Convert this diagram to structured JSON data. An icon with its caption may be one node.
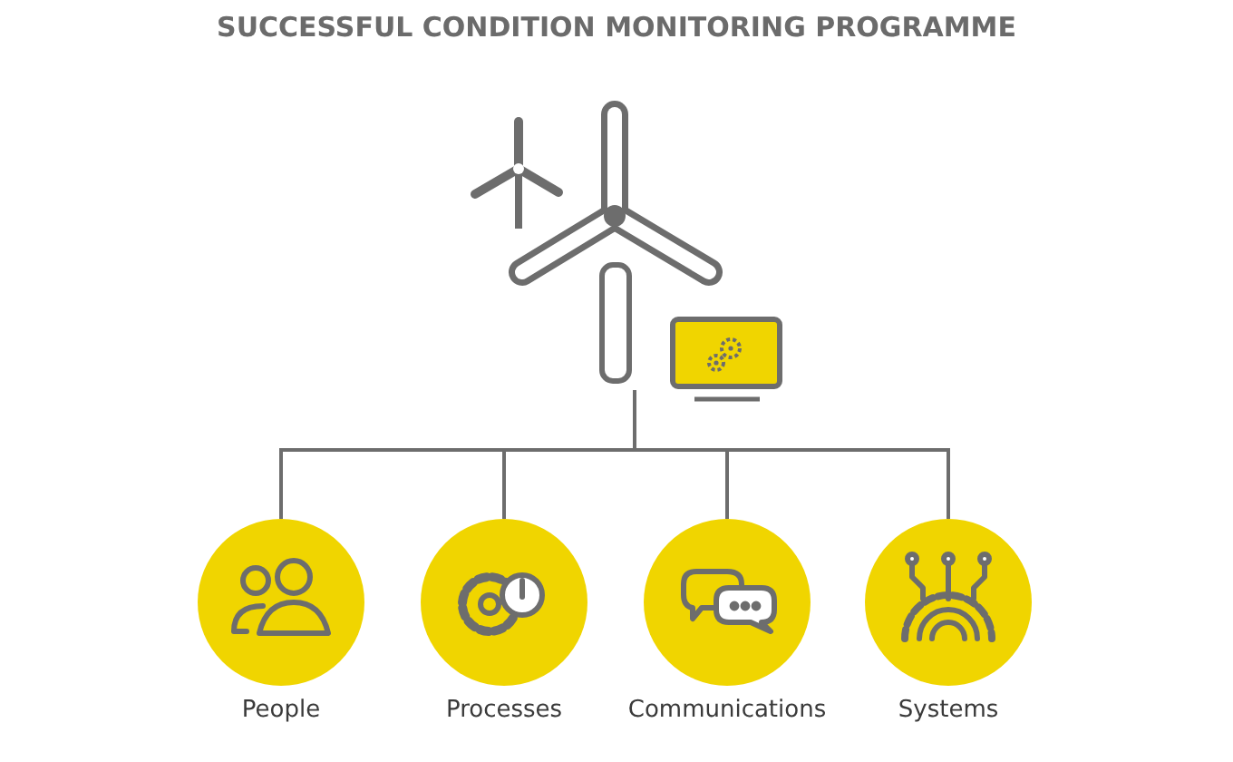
{
  "diagram": {
    "title": "SUCCESSFUL CONDITION MONITORING PROGRAMME",
    "nodes": [
      {
        "text": [],
        "shape": "picture"
      },
      {
        "text": [
          "People"
        ]
      },
      {
        "text": [
          "Processes"
        ]
      },
      {
        "text": [
          "Communications"
        ]
      },
      {
        "text": [
          "Systems"
        ]
      }
    ],
    "edges": [
      {
        "from": 0,
        "to": 1,
        "arrow": "none"
      },
      {
        "from": 0,
        "to": 2,
        "arrow": "none"
      },
      {
        "from": 0,
        "to": 3,
        "arrow": "none"
      },
      {
        "from": 0,
        "to": 4,
        "arrow": "none"
      }
    ]
  }
}
